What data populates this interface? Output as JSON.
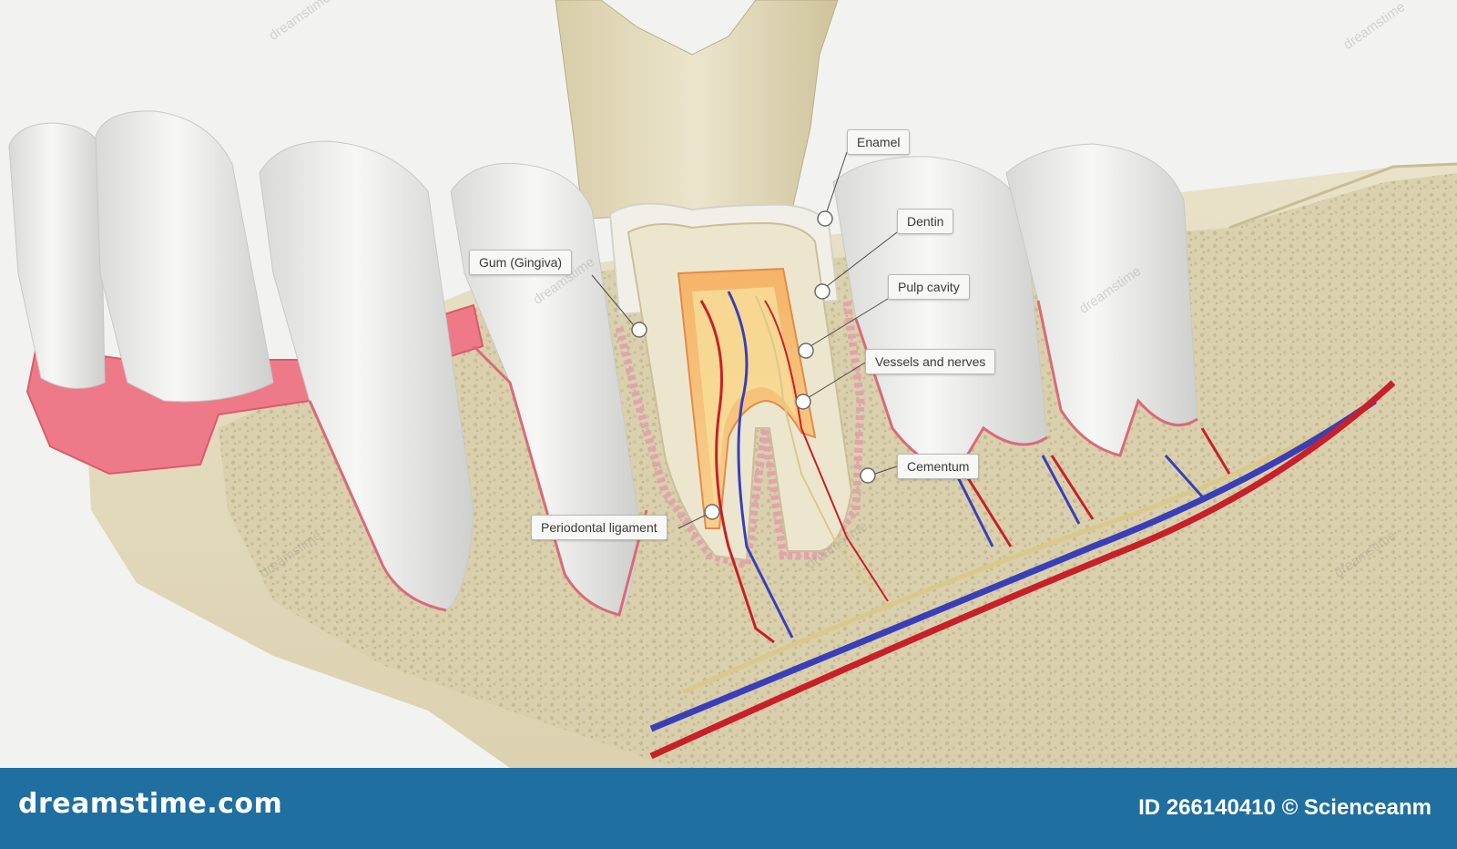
{
  "labels": {
    "enamel": "Enamel",
    "dentin": "Dentin",
    "pulp_cavity": "Pulp cavity",
    "vessels_and_nerves": "Vessels and nerves",
    "cementum": "Cementum",
    "gum": "Gum (Gingiva)",
    "periodontal_ligament": "Periodontal ligament"
  },
  "footer": {
    "brand": "dreamstime.com",
    "id_prefix": "ID",
    "id_number": "266140410",
    "copyright_symbol": "©",
    "author": "Scienceanm"
  },
  "watermark": {
    "text": "dreamstime"
  },
  "colors": {
    "footer_bg": "#1f6fa0",
    "artery": "#c8202a",
    "vein": "#3a3fb8",
    "nerve": "#d9c98a",
    "gum": "#ec6f80",
    "bone": "#e6dcc0",
    "tooth": "#eeeeec"
  }
}
